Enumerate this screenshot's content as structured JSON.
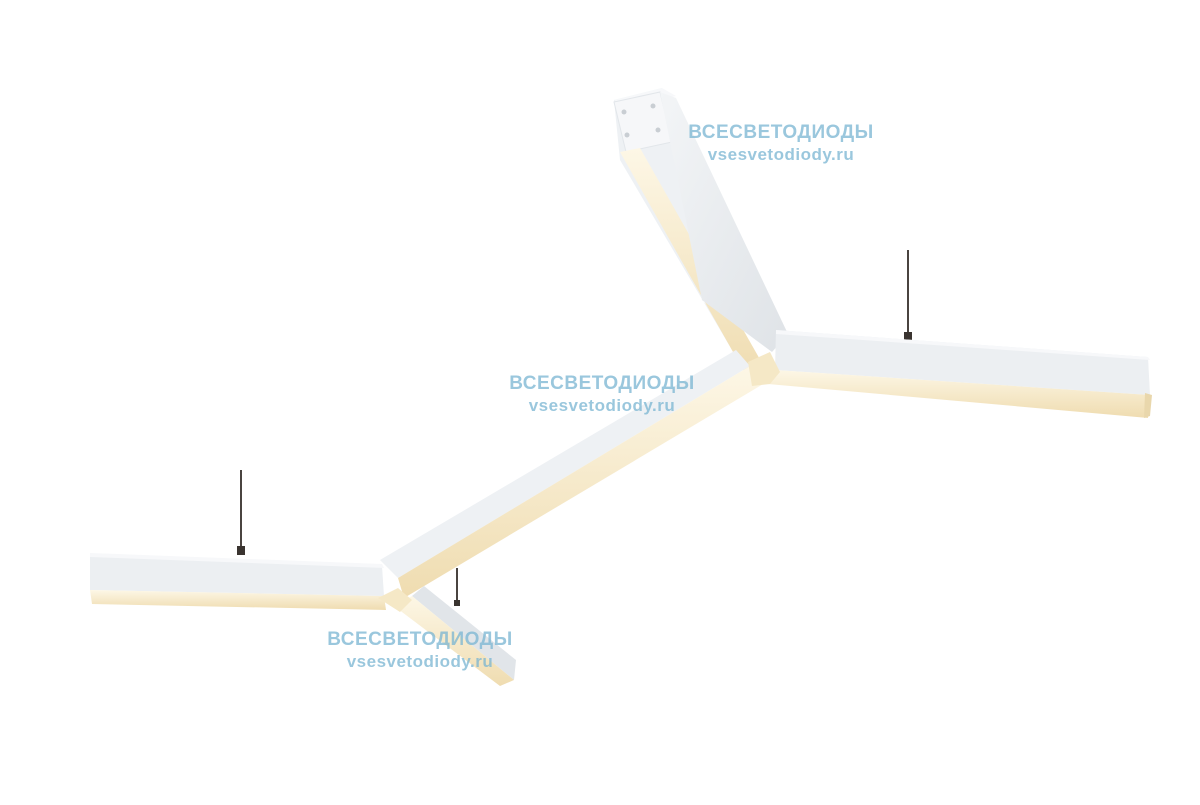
{
  "image": {
    "subject": "Y-shaped linear LED pendant luminaire",
    "background_color": "#ffffff",
    "colors": {
      "housing_top": "#f4f6f8",
      "housing_side": "#e6e9ec",
      "diffuser_light": "#fbf3df",
      "diffuser_warm": "#f2e2bc",
      "suspension_cable": "#4a4440"
    }
  },
  "watermarks": [
    {
      "line1": "ВСЕСВЕТОДИОДЫ",
      "line2": "vsesvetodiody.ru"
    },
    {
      "line1": "ВСЕСВЕТОДИОДЫ",
      "line2": "vsesvetodiody.ru"
    },
    {
      "line1": "ВСЕСВЕТОДИОДЫ",
      "line2": "vsesvetodiody.ru"
    }
  ]
}
